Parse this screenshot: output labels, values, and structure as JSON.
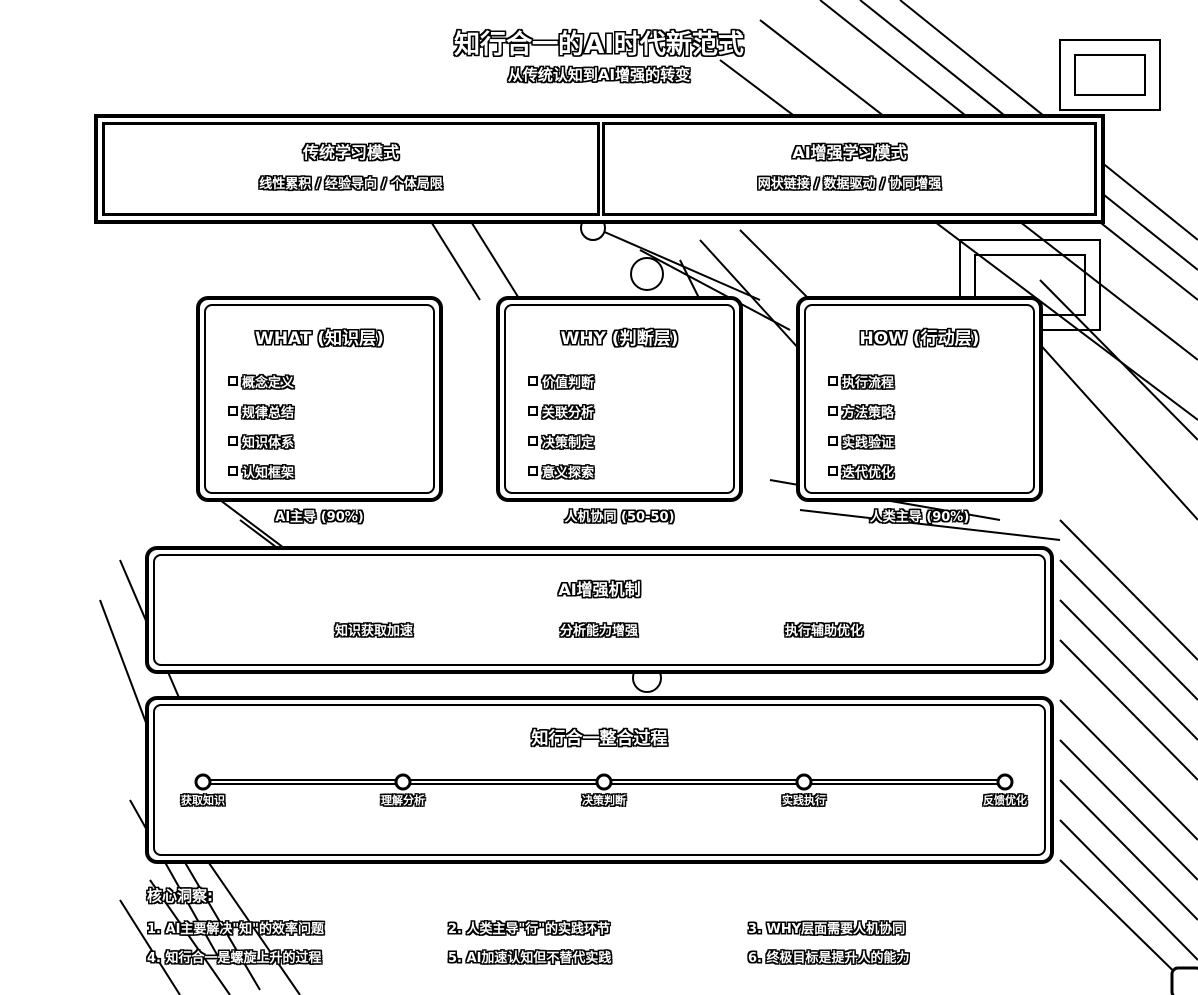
{
  "title": "知行合一的AI时代新范式",
  "subtitle": "从传统认知到AI增强的转变",
  "modes": [
    {
      "title": "传统学习模式",
      "desc": "线性累积 / 经验导向 / 个体局限"
    },
    {
      "title": "AI增强学习模式",
      "desc": "网状链接 / 数据驱动 / 协同增强"
    }
  ],
  "layers": [
    {
      "title": "WHAT (知识层)",
      "items": [
        "概念定义",
        "规律总结",
        "知识体系",
        "认知框架"
      ],
      "ratio": "AI主导 (90%)"
    },
    {
      "title": "WHY (判断层)",
      "items": [
        "价值判断",
        "关联分析",
        "决策制定",
        "意义探索"
      ],
      "ratio": "人机协同 (50-50)"
    },
    {
      "title": "HOW (行动层)",
      "items": [
        "执行流程",
        "方法策略",
        "实践验证",
        "迭代优化"
      ],
      "ratio": "人类主导 (90%)"
    }
  ],
  "mechanism": {
    "title": "AI增强机制",
    "items": [
      "知识获取加速",
      "分析能力增强",
      "执行辅助优化"
    ]
  },
  "process": {
    "title": "知行合一整合过程",
    "steps": [
      "获取知识",
      "理解分析",
      "决策判断",
      "实践执行",
      "反馈优化"
    ]
  },
  "insights": {
    "title": "核心洞察:",
    "items": [
      "1. AI主要解决\"知\"的效率问题",
      "2. 人类主导\"行\"的实践环节",
      "3. WHY层面需要人机协同",
      "4. 知行合一是螺旋上升的过程",
      "5. AI加速认知但不替代实践",
      "6. 终极目标是提升人的能力"
    ]
  }
}
